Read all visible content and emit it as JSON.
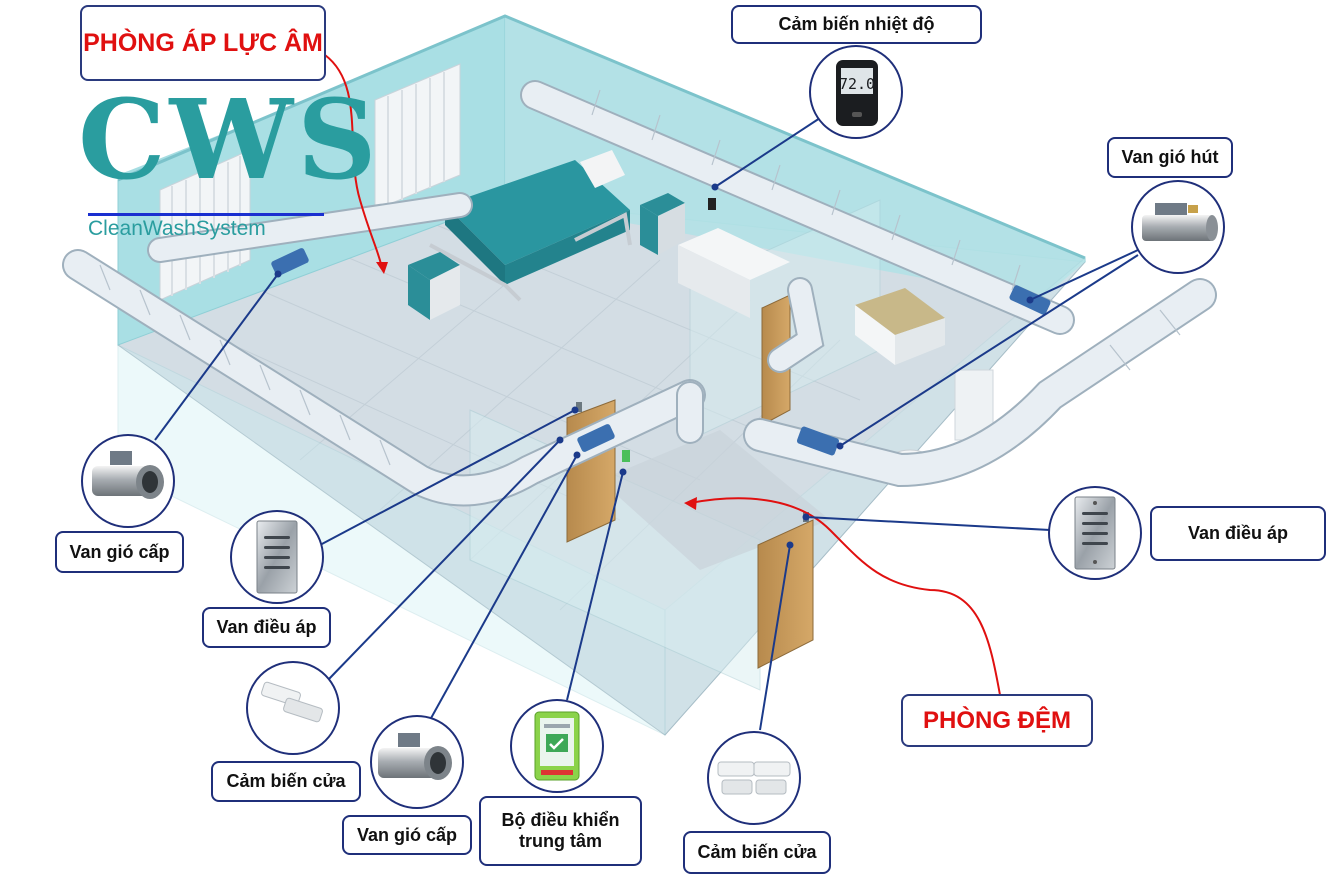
{
  "logo": {
    "mark": "CWS",
    "tagline": "CleanWashSystem"
  },
  "colors": {
    "frame": "#1f2f7a",
    "callout_red": "#e01010",
    "connector": "#1b3a8a",
    "wall": "#a7dde2",
    "floor": "#d4dde3",
    "duct": "#e6ecf2"
  },
  "rooms": {
    "negative_pressure_room": "PHÒNG ÁP LỰC ÂM",
    "anteroom": "PHÒNG ĐỆM"
  },
  "components": {
    "temperature_sensor": {
      "label": "Cảm biến nhiệt độ",
      "display": "72.0",
      "icon": "thermostat-icon"
    },
    "exhaust_damper": {
      "label": "Van gió hút",
      "icon": "damper-icon"
    },
    "pressure_valve_right": {
      "label": "Van điều áp",
      "icon": "grille-icon"
    },
    "door_sensor_right": {
      "label": "Cảm biến cửa",
      "icon": "door-sensor-icon"
    },
    "central_controller": {
      "label": "Bộ điều khiển trung tâm",
      "line1": "Bộ điều khiển",
      "line2": "trung tâm",
      "icon": "controller-icon"
    },
    "supply_damper_bottom": {
      "label": "Van gió cấp",
      "icon": "damper-icon"
    },
    "door_sensor_left": {
      "label": "Cảm biến cửa",
      "icon": "door-sensor-icon"
    },
    "pressure_valve_left": {
      "label": "Van điều áp",
      "icon": "grille-icon"
    },
    "supply_damper_left": {
      "label": "Van gió cấp",
      "icon": "damper-icon"
    }
  }
}
